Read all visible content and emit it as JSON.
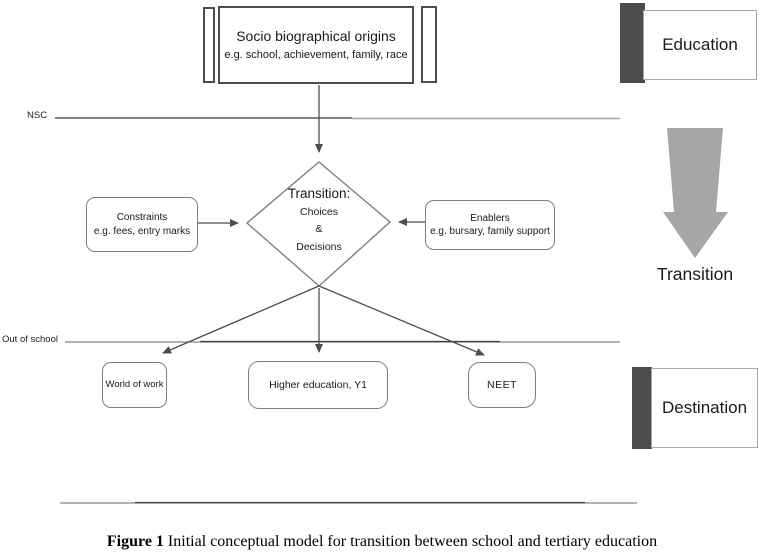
{
  "diagram": {
    "origin_box": {
      "title": "Socio biographical origins",
      "subtitle": "e.g. school, achievement, family, race"
    },
    "boundaries": {
      "nsc": "NSC",
      "out_of_school": "Out of school"
    },
    "diamond": {
      "title": "Transition:",
      "line2": "Choices",
      "line3": "&",
      "line4": "Decisions"
    },
    "constraints": {
      "title": "Constraints",
      "subtitle": "e.g. fees, entry marks"
    },
    "enablers": {
      "title": "Enablers",
      "subtitle": "e.g. bursary, family support"
    },
    "outcomes": [
      {
        "label": "World of work"
      },
      {
        "label": "Higher education, Y1"
      },
      {
        "label": "NEET"
      }
    ],
    "stages": [
      {
        "label": "Education"
      },
      {
        "label": "Transition"
      },
      {
        "label": "Destination"
      }
    ],
    "colors": {
      "connector_line": "#4d4d4d",
      "rounded_box_border": "#7f7f7f",
      "stage_bar": "#4d4d4d",
      "big_arrow": "#a6a6a6"
    }
  },
  "figure": {
    "caption_label": "Figure 1",
    "caption_text": "Initial conceptual model for transition between school and tertiary education"
  }
}
